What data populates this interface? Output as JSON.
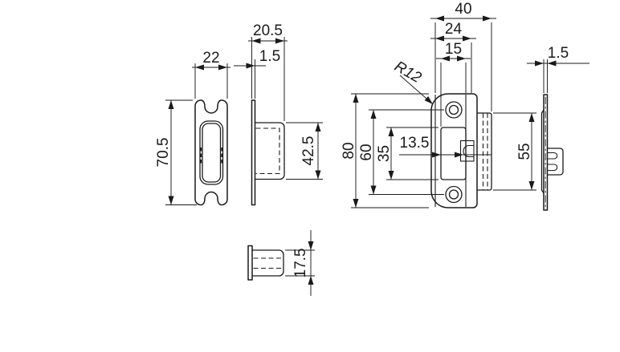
{
  "page": {
    "background": "#ffffff",
    "line_color": "#1a1a1a"
  },
  "views": {
    "faceplate_front": {
      "dims": {
        "width": "22",
        "height": "70.5"
      }
    },
    "faceplate_side": {
      "dims": {
        "depth": "20.5",
        "thickness": "1.5",
        "box_height": "42.5"
      }
    },
    "latch_box_bottom": {
      "dims": {
        "depth": "17.5"
      }
    },
    "strike_back": {
      "dims": {
        "overall_width": "40",
        "body_width": "24",
        "recess_width": "15",
        "corner_radius": "R12",
        "overall_height": "80",
        "hole_spacing": "60",
        "recess_height": "35",
        "latch_offset": "13.5",
        "flange_height": "55"
      }
    },
    "strike_side": {
      "dims": {
        "thickness": "1.5"
      }
    }
  }
}
